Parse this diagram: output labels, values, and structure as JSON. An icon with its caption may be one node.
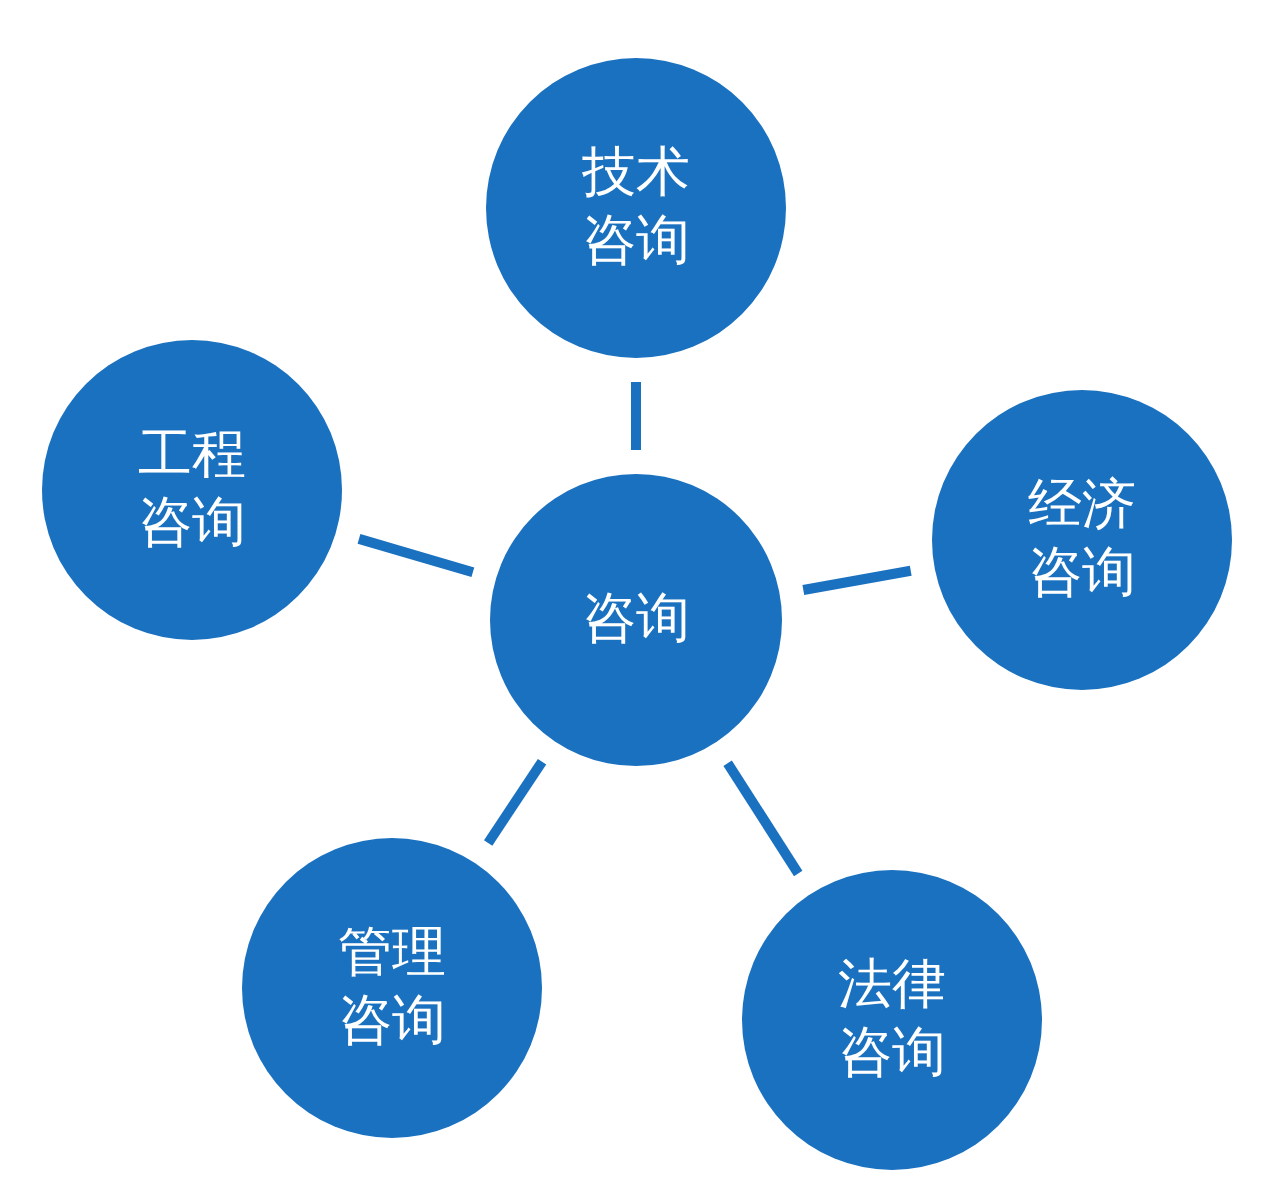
{
  "diagram": {
    "nodes": [
      {
        "text": [
          "技术咨询"
        ]
      },
      {
        "text": [
          "工程咨询"
        ]
      },
      {
        "text": [
          "经济咨询"
        ]
      },
      {
        "text": [
          "咨询"
        ]
      },
      {
        "text": [
          "管理咨询"
        ]
      },
      {
        "text": [
          "法律咨询"
        ]
      }
    ],
    "edges": [
      {
        "from": 3,
        "to": 0,
        "arrow": "none"
      },
      {
        "from": 3,
        "to": 1,
        "arrow": "none"
      },
      {
        "from": 3,
        "to": 2,
        "arrow": "none"
      },
      {
        "from": 3,
        "to": 4,
        "arrow": "none"
      },
      {
        "from": 3,
        "to": 5,
        "arrow": "none"
      }
    ]
  }
}
